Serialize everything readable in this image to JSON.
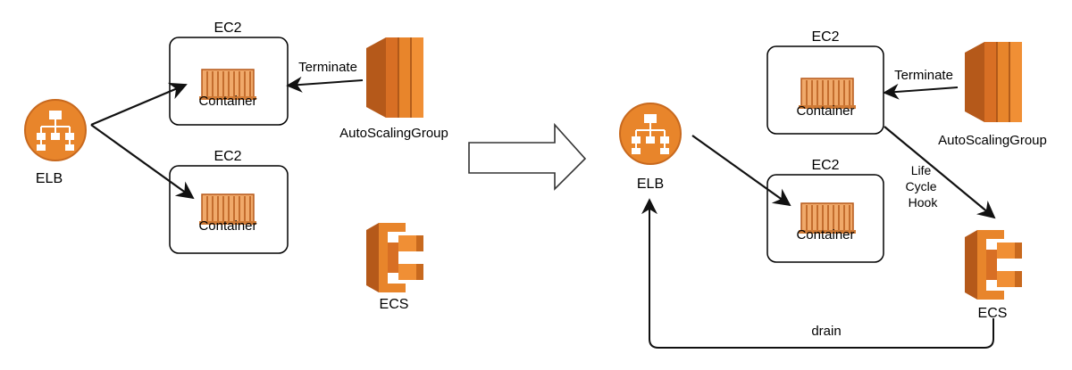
{
  "left": {
    "elb_label": "ELB",
    "ec2_top": {
      "title": "EC2",
      "container_label": "Container"
    },
    "ec2_bottom": {
      "title": "EC2",
      "container_label": "Container"
    },
    "asg_label": "AutoScalingGroup",
    "terminate_label": "Terminate",
    "ecs_label": "ECS"
  },
  "right": {
    "elb_label": "ELB",
    "ec2_top": {
      "title": "EC2",
      "container_label": "Container"
    },
    "ec2_bottom": {
      "title": "EC2",
      "container_label": "Container"
    },
    "asg_label": "AutoScalingGroup",
    "terminate_label": "Terminate",
    "hook_label_lines": [
      "Life",
      "Cycle",
      "Hook"
    ],
    "ecs_label": "ECS",
    "drain_label": "drain"
  },
  "colors": {
    "aws_orange": "#E8852B",
    "aws_orange_light": "#F4A460",
    "aws_orange_dark": "#B5591A",
    "container_fill": "#F0A96A",
    "box_stroke": "#000000",
    "arrow": "#111111"
  },
  "icons": {
    "elb": "load-balancer-icon",
    "asg": "auto-scaling-icon",
    "ecs": "ecs-icon",
    "container": "container-icon",
    "transition": "transition-arrow-icon"
  }
}
